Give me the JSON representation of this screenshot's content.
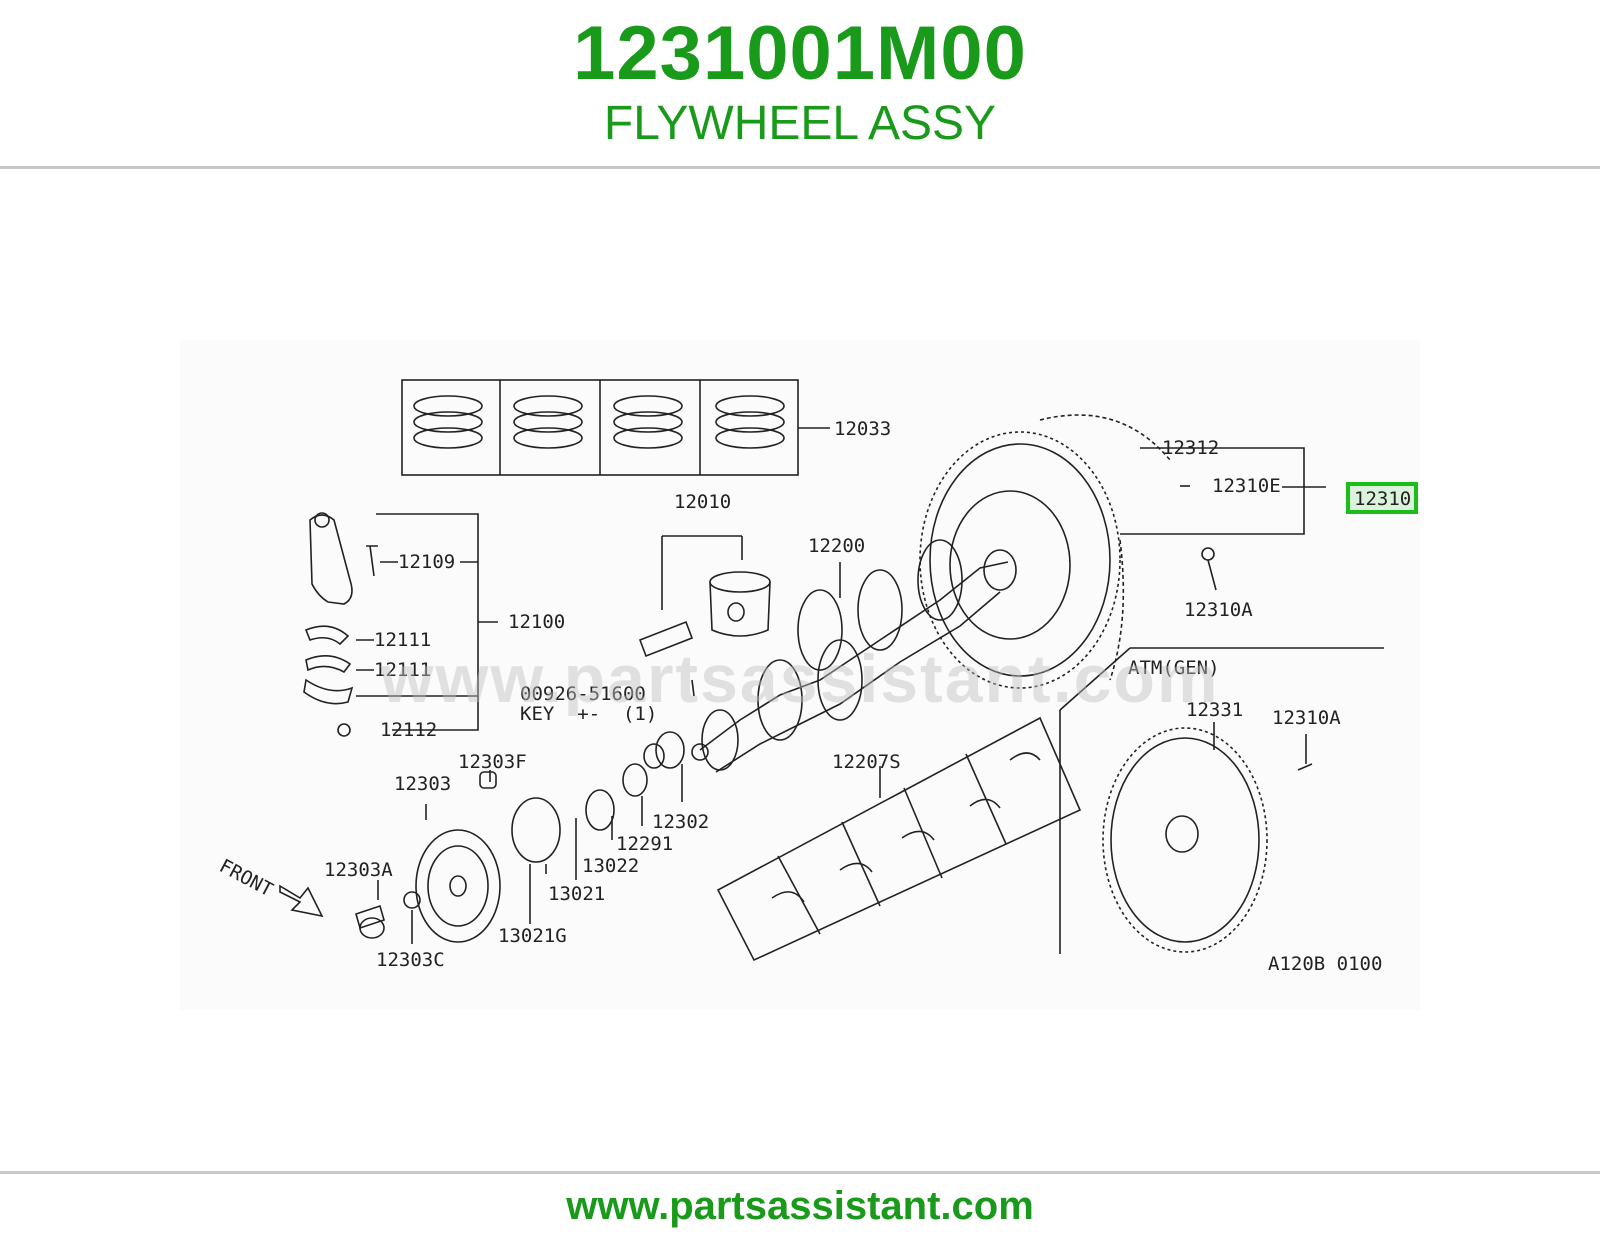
{
  "header": {
    "part_number": "1231001M00",
    "part_name": "FLYWHEEL ASSY"
  },
  "diagram": {
    "watermark": "www.partsassistant.com",
    "section_label": "ATM(GEN)",
    "drawing_code": "A120B 0100",
    "front_label": "FRONT",
    "key_note_line1": "00926-51600",
    "key_note_line2": "KEY  +-  (1)",
    "highlighted_part": "12310",
    "callouts": [
      "12033",
      "12010",
      "12200",
      "12312",
      "12310E",
      "12310A",
      "12109",
      "12100",
      "12111",
      "12111",
      "12112",
      "12331",
      "12310A",
      "12207S",
      "12303F",
      "12303",
      "12303A",
      "12303C",
      "13021G",
      "13021",
      "13022",
      "12291",
      "12302"
    ]
  },
  "footer": {
    "url": "www.partsassistant.com"
  },
  "colors": {
    "brand_green": "#1a9a1a",
    "highlight_green": "#1bbd1b",
    "line": "#222222"
  }
}
